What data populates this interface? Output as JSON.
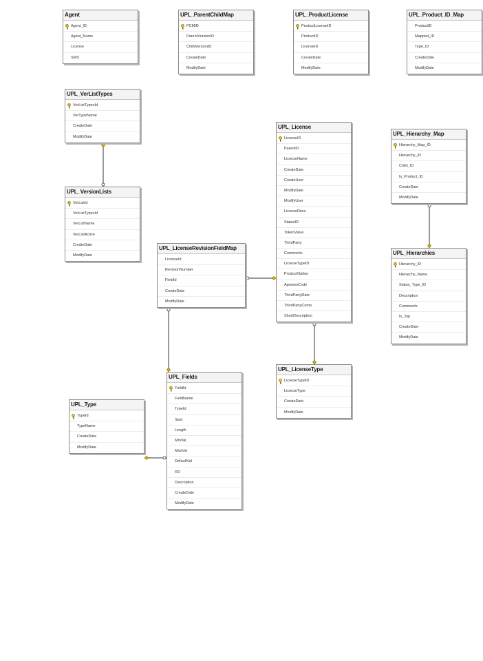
{
  "colors": {
    "line": "#333333",
    "key": "#d9b400",
    "keyStroke": "#7a6200"
  },
  "tables": [
    {
      "id": "agent",
      "title": "Agent",
      "columns": [
        "Agent_ID",
        "Agent_Name",
        "License",
        "SMS"
      ],
      "pk": 0
    },
    {
      "id": "upl-parentchildmap",
      "title": "UPL_ParentChildMap",
      "columns": [
        "PCMID",
        "ParentVersionID",
        "ChildVersionID",
        "CreateDate",
        "ModifyDate"
      ],
      "pk": 0
    },
    {
      "id": "upl-productlicense",
      "title": "UPL_ProductLicense",
      "columns": [
        "ProductLicenseID",
        "ProductID",
        "LicenseID",
        "CreateDate",
        "ModifyDate"
      ],
      "pk": 0
    },
    {
      "id": "upl-product-id-map",
      "title": "UPL_Product_ID_Map",
      "columns": [
        "ProductID",
        "Mapped_ID",
        "Type_ID",
        "CreateDate",
        "ModifyDate"
      ],
      "pk": -1
    },
    {
      "id": "upl-verlisttypes",
      "title": "UPL_VerListTypes",
      "columns": [
        "VerListTypesId",
        "VerTypeName",
        "CreateDate",
        "ModifyDate"
      ],
      "pk": 0
    },
    {
      "id": "upl-license",
      "title": "UPL_License",
      "columns": [
        "LicenseID",
        "ParentID",
        "LicenseName",
        "CreateDate",
        "CreateUser",
        "ModifyDate",
        "ModifyUser",
        "LicenseDesc",
        "StatusID",
        "TokenValue",
        "ThirdParty",
        "Comments",
        "LicenseTypeID",
        "ProductOption",
        "AgressoCode",
        "ThirdPartyRate",
        "ThirdPartyComp",
        "ShortDescription"
      ],
      "pk": 0
    },
    {
      "id": "upl-hierarchy-map",
      "title": "UPL_Hierarchy_Map",
      "columns": [
        "Hierarchy_Map_ID",
        "Hierarchy_ID",
        "Child_ID",
        "Is_Product_ID",
        "CreateDate",
        "ModifyDate"
      ],
      "pk": 0
    },
    {
      "id": "upl-versionlists",
      "title": "UPL_VersionLists",
      "columns": [
        "VerListId",
        "VerListTypesId",
        "VerListName",
        "VerListActive",
        "CreateDate",
        "ModifyDate"
      ],
      "pk": 0
    },
    {
      "id": "upl-licenserevisionfieldmap",
      "title": "UPL_LicenseRevisionFieldMap",
      "columns": [
        "LicenseId",
        "RevisionNumber",
        "FieldId",
        "CreateDate",
        "ModifyDate"
      ],
      "pk": -1
    },
    {
      "id": "upl-hierarchies",
      "title": "UPL_Hierarchies",
      "columns": [
        "Hierarchy_ID",
        "Hierarchy_Name",
        "Status_Type_ID",
        "Description",
        "Comments",
        "Is_Top",
        "CreateDate",
        "ModifyDate"
      ],
      "pk": 0
    },
    {
      "id": "upl-licensetype",
      "title": "UPL_LicenseType",
      "columns": [
        "LicenseTypeID",
        "LicenseType",
        "CreateDate",
        "ModifyDate"
      ],
      "pk": 0
    },
    {
      "id": "upl-fields",
      "title": "UPL_Fields",
      "columns": [
        "FieldId",
        "FieldName",
        "TypeId",
        "Start",
        "Length",
        "MinVal",
        "MaxVal",
        "DefaultVal",
        "RO",
        "Description",
        "CreateDate",
        "ModifyDate"
      ],
      "pk": 0
    },
    {
      "id": "upl-type",
      "title": "UPL_Type",
      "columns": [
        "TypeId",
        "TypeName",
        "CreateDate",
        "ModifyDate"
      ],
      "pk": 0
    }
  ],
  "relationships": [
    {
      "from": "upl-verlisttypes",
      "to": "upl-versionlists"
    },
    {
      "from": "upl-hierarchy-map",
      "to": "upl-hierarchies"
    },
    {
      "from": "upl-license",
      "to": "upl-licensetype"
    },
    {
      "from": "upl-licenserevisionfieldmap",
      "to": "upl-license"
    },
    {
      "from": "upl-licenserevisionfieldmap",
      "to": "upl-fields"
    },
    {
      "from": "upl-type",
      "to": "upl-fields"
    }
  ]
}
